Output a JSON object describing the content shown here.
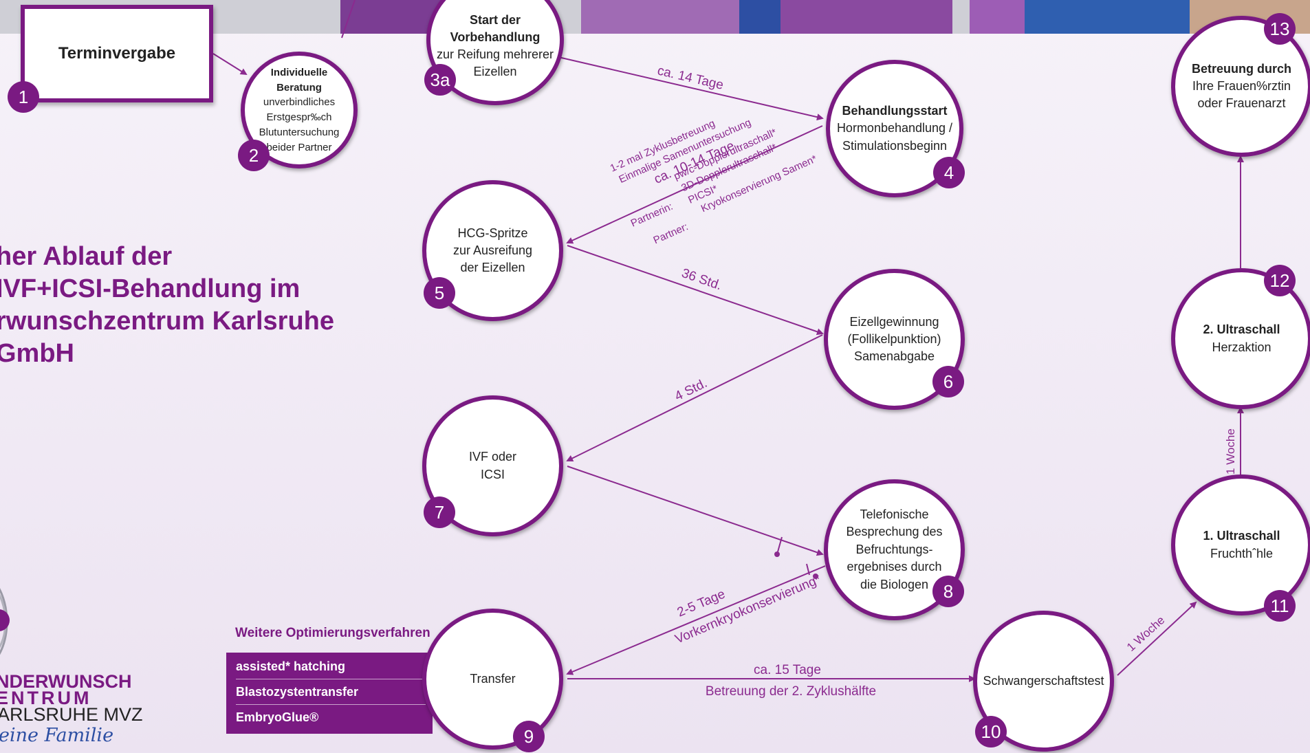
{
  "headline": {
    "line1": "her Ablauf der",
    "line2": "IVF+ICSI-Behandlung im",
    "line3": "rwunschzentrum Karlsruhe",
    "line4": "GmbH"
  },
  "termin": {
    "label": "Terminvergabe",
    "number": "1"
  },
  "steps": {
    "s2": {
      "title1": "Individuelle",
      "title2": "Beratung",
      "line1": "unverbindliches",
      "line2": "Erstgespr‰ch",
      "line3": "Blutuntersuchung",
      "line4": "beider Partner",
      "number": "2"
    },
    "s3a": {
      "title1": "Start der",
      "title2": "Vorbehandlung",
      "line1": "zur Reifung mehrerer",
      "line2": "Eizellen",
      "number": "3a"
    },
    "s4": {
      "title": "Behandlungsstart",
      "line1": "Hormonbehandlung /",
      "line2": "Stimulationsbeginn",
      "number": "4"
    },
    "s5": {
      "line1": "HCG-Spritze",
      "line2": "zur Ausreifung",
      "line3": "der Eizellen",
      "number": "5"
    },
    "s6": {
      "line1": "Eizellgewinnung",
      "line2": "(Follikelpunktion)",
      "line3": "Samenabgabe",
      "number": "6"
    },
    "s7": {
      "line1": "IVF oder",
      "line2": "ICSI",
      "number": "7"
    },
    "s8": {
      "line1": "Telefonische",
      "line2": "Besprechung des",
      "line3": "Befruchtungs-",
      "line4": "ergebnises durch",
      "line5": "die Biologen",
      "number": "8"
    },
    "s9": {
      "line1": "Transfer",
      "number": "9"
    },
    "s10": {
      "line1": "Schwangerschaftstest",
      "number": "10"
    },
    "s11": {
      "title": "1. Ultraschall",
      "line1": "Fruchthˆhle",
      "number": "11"
    },
    "s12": {
      "title": "2. Ultraschall",
      "line1": "Herzaktion",
      "number": "12"
    },
    "s13": {
      "title": "Betreuung durch",
      "line1": "Ihre Frauen%rztin",
      "line2": "oder Frauenarzt",
      "number": "13"
    }
  },
  "edges": {
    "e3a_4": "ca. 14 Tage",
    "e4_5_a": "1-2 mal Zyklusbetreuung",
    "e4_5_b": "Einmalige Samenuntersuchung",
    "e4_5_c": "ca. 10-14 Tage",
    "partnerin_label": "Partnerin:",
    "partnerin_1": "pw/c-Dopplerultraschall*",
    "partnerin_2": "3D-Dopplerultraschall*",
    "partnerin_3": "PICSI*",
    "partner_label": "Partner:",
    "partner_1": "Kryokonservierung Samen*",
    "e5_6": "36 Std.",
    "e6_7": "4 Std.",
    "e8_9_a": "2-5 Tage",
    "e8_9_b": "Vorkernkryokonservierung*",
    "e9_10_a": "ca. 15 Tage",
    "e9_10_b": "Betreuung der 2. Zyklushälfte",
    "e10_11": "1 Woche",
    "e11_12": "1 Woche"
  },
  "optimization": {
    "title": "Weitere Optimierungsverfahren",
    "items": [
      "assisted* hatching",
      "Blastozystentransfer",
      "EmbryoGlue®"
    ]
  },
  "logo": {
    "line1": "NDERWUNSCH",
    "line2": "ENTRUM",
    "line3": "ARLSRUHE MVZ",
    "tagline": "eine Familie"
  },
  "colors": {
    "accent": "#7a1a82",
    "edge": "#8b2a8f",
    "background": "#f3eef6"
  }
}
